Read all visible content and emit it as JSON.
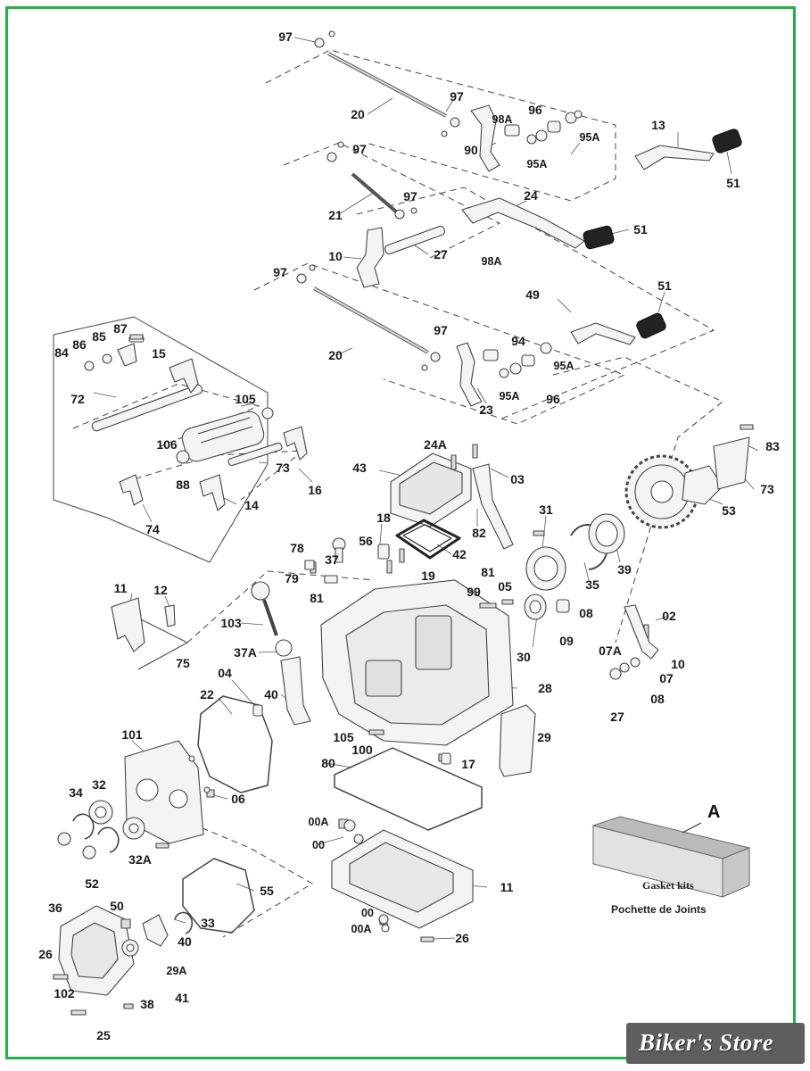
{
  "colors": {
    "frame": "#21b04b",
    "line": "#333333",
    "part_fill": "#f4f4f4",
    "part_stroke": "#444444",
    "watermark_bg": "#5e5e5e"
  },
  "callouts": {
    "c97a": "97",
    "c20a": "20",
    "c97b": "97",
    "c98a1": "98A",
    "c96a": "96",
    "c90": "90",
    "c95a1": "95A",
    "c95a2": "95A",
    "c13": "13",
    "c51a": "51",
    "c97c": "97",
    "c21": "21",
    "c97d": "97",
    "c24": "24",
    "c51b": "51",
    "c10a": "10",
    "c27a": "27",
    "c98a2": "98A",
    "c97e": "97",
    "c49": "49",
    "c51c": "51",
    "c87": "87",
    "c85": "85",
    "c86": "86",
    "c84": "84",
    "c15": "15",
    "c20b": "20",
    "c97f": "97",
    "c94": "94",
    "c95a3": "95A",
    "c95a4": "95A",
    "c96b": "96",
    "c23": "23",
    "c72": "72",
    "c105a": "105",
    "c106": "106",
    "c73a": "73",
    "c16": "16",
    "c88": "88",
    "c14": "14",
    "c74": "74",
    "c24a": "24A",
    "c43": "43",
    "c03": "03",
    "c83": "83",
    "c73b": "73",
    "c53": "53",
    "c18": "18",
    "c56": "56",
    "c31": "31",
    "c82": "82",
    "c42": "42",
    "c78": "78",
    "c37": "37",
    "c19": "19",
    "c79": "79",
    "c81a": "81",
    "c81b": "81",
    "c35": "35",
    "c39": "39",
    "c99": "99",
    "c05": "05",
    "c08a": "08",
    "c11a": "11",
    "c12": "12",
    "c103": "103",
    "c09": "09",
    "c02": "02",
    "c30": "30",
    "c37a": "37A",
    "c07a": "07A",
    "c10b": "10",
    "c07": "07",
    "c75": "75",
    "c04": "04",
    "c22": "22",
    "c40a": "40",
    "c28": "28",
    "c08b": "08",
    "c27b": "27",
    "c105b": "105",
    "c29": "29",
    "c100": "100",
    "c101": "101",
    "c17": "17",
    "c80": "80",
    "c06": "06",
    "c34": "34",
    "c32": "32",
    "c00a1": "00A",
    "c00a": "00",
    "c32a": "32A",
    "c52": "52",
    "c11b": "11",
    "c55": "55",
    "c50": "50",
    "c36": "36",
    "c33": "33",
    "c40b": "40",
    "c00b": "00",
    "c00a2": "00A",
    "c26a": "26",
    "c26b": "26",
    "c29a": "29A",
    "c102": "102",
    "c41": "41",
    "c38": "38",
    "c25": "25"
  },
  "kit": {
    "letter": "A",
    "label": "Gasket kits",
    "caption": "Pochette de Joints"
  },
  "watermark": {
    "text": "Biker's Store"
  }
}
